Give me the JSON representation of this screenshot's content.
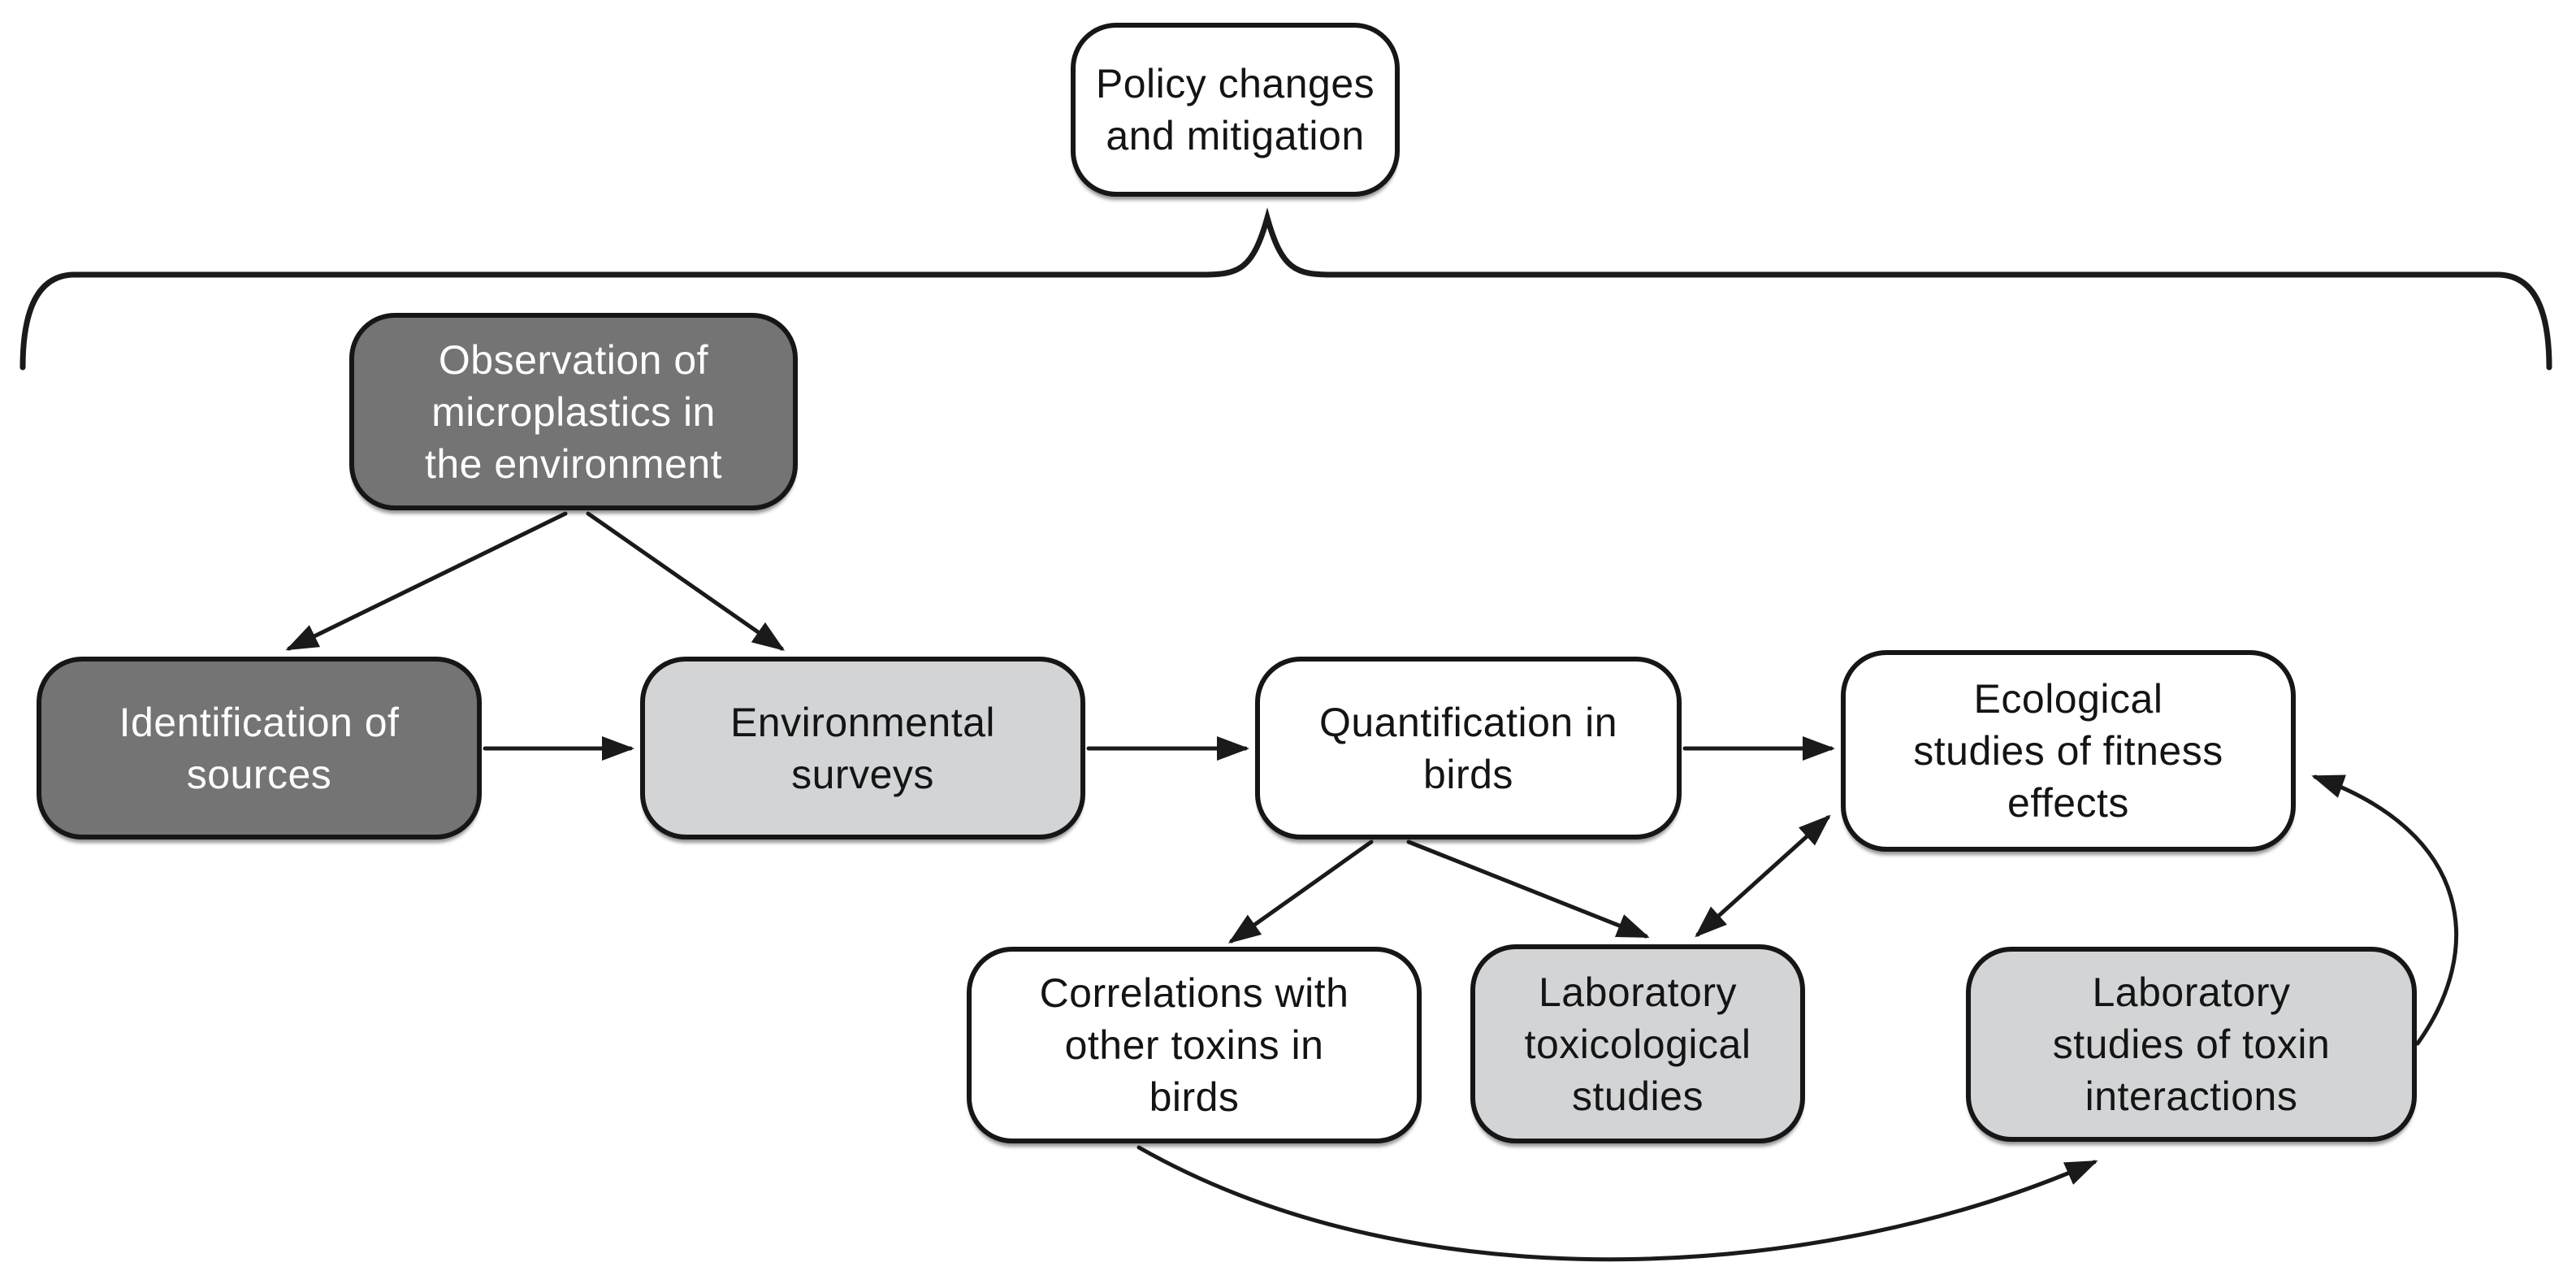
{
  "figure": {
    "type": "flowchart",
    "description": "Research workflow diagram linking microplastics observation studies to policy changes"
  },
  "colors": {
    "background": "#ffffff",
    "node_border": "#161616",
    "connector": "#1a1a1a",
    "dark_node_fill": "#747474",
    "dark_node_text": "#ffffff",
    "light_node_fill": "#d2d4d6",
    "light_node_text": "#141414",
    "white_node_fill": "#ffffff"
  },
  "nodes": [
    {
      "id": "policy",
      "label": "Policy changes\nand mitigation",
      "shade": "white"
    },
    {
      "id": "observation",
      "label": "Observation of\nmicroplastics in\nthe environment",
      "shade": "dark"
    },
    {
      "id": "identification",
      "label": "Identification of\nsources",
      "shade": "dark"
    },
    {
      "id": "surveys",
      "label": "Environmental\nsurveys",
      "shade": "light"
    },
    {
      "id": "quantification",
      "label": "Quantification in\nbirds",
      "shade": "white"
    },
    {
      "id": "ecological",
      "label": "Ecological\nstudies of fitness\neffects",
      "shade": "white"
    },
    {
      "id": "correlations",
      "label": "Correlations with\nother toxins in\nbirds",
      "shade": "white"
    },
    {
      "id": "lab_tox",
      "label": "Laboratory\ntoxicological\nstudies",
      "shade": "light"
    },
    {
      "id": "lab_interactions",
      "label": "Laboratory\nstudies of toxin\ninteractions",
      "shade": "light"
    }
  ],
  "edges": [
    {
      "from": "observation",
      "to": "identification",
      "style": "straight",
      "bidirectional": false
    },
    {
      "from": "observation",
      "to": "surveys",
      "style": "straight",
      "bidirectional": false
    },
    {
      "from": "identification",
      "to": "surveys",
      "style": "straight",
      "bidirectional": false
    },
    {
      "from": "surveys",
      "to": "quantification",
      "style": "straight",
      "bidirectional": false
    },
    {
      "from": "quantification",
      "to": "ecological",
      "style": "straight",
      "bidirectional": false
    },
    {
      "from": "quantification",
      "to": "correlations",
      "style": "straight",
      "bidirectional": false
    },
    {
      "from": "quantification",
      "to": "lab_tox",
      "style": "straight",
      "bidirectional": false
    },
    {
      "from": "ecological",
      "to": "lab_tox",
      "style": "straight",
      "bidirectional": true
    },
    {
      "from": "correlations",
      "to": "lab_interactions",
      "style": "curved",
      "bidirectional": false
    },
    {
      "from": "lab_interactions",
      "to": "ecological",
      "style": "curved",
      "bidirectional": false
    }
  ],
  "brace": {
    "type": "curly-brace",
    "spans": "full_figure_width",
    "points_to": "policy"
  }
}
